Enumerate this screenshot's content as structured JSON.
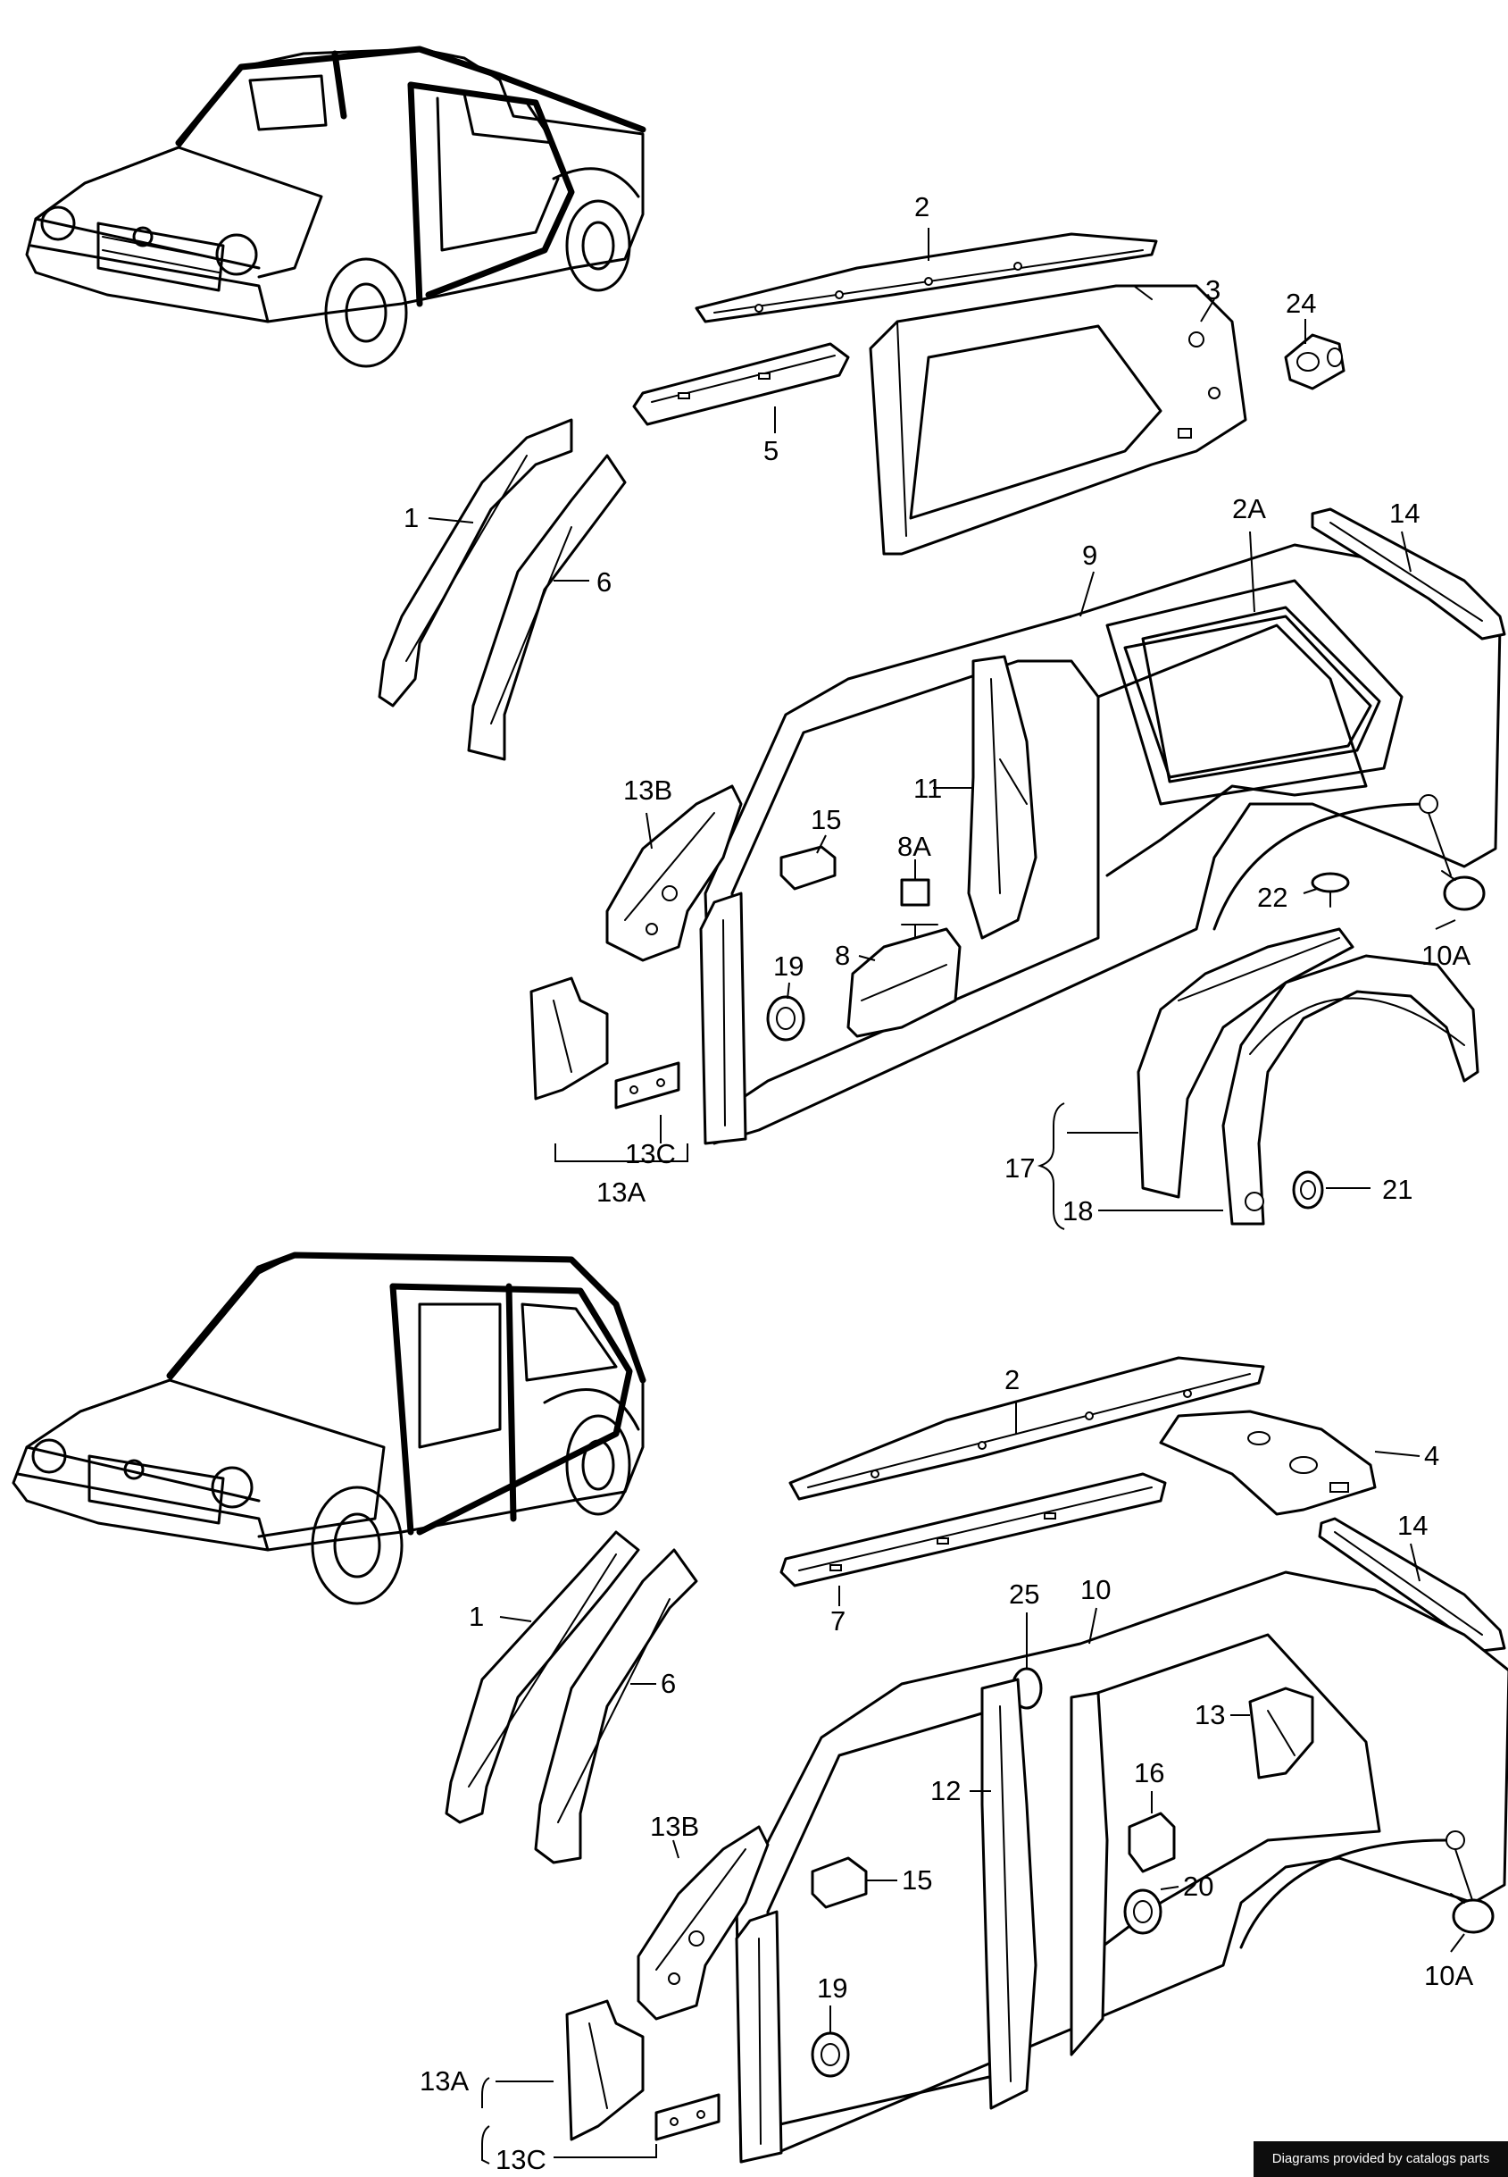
{
  "callouts": {
    "top": {
      "c2": "2",
      "c3": "3",
      "c24": "24",
      "c5": "5",
      "c1": "1",
      "c6": "6",
      "c9": "9",
      "c2A": "2A",
      "c14": "14",
      "c11": "11",
      "c13B": "13B",
      "c15": "15",
      "c8A": "8A",
      "c19": "19",
      "c8": "8",
      "c22": "22",
      "c10A": "10A",
      "c13C": "13C",
      "c13A": "13A",
      "c17": "17",
      "c18": "18",
      "c21": "21"
    },
    "bottom": {
      "c2": "2",
      "c4": "4",
      "c7": "7",
      "c14": "14",
      "c10": "10",
      "c25": "25",
      "c1": "1",
      "c6": "6",
      "c13": "13",
      "c16": "16",
      "c12": "12",
      "c13B": "13B",
      "c15": "15",
      "c20": "20",
      "c10A": "10A",
      "c19": "19",
      "c13A": "13A",
      "c13C": "13C"
    }
  },
  "footer": {
    "credit": "Diagrams provided by catalogs parts"
  }
}
